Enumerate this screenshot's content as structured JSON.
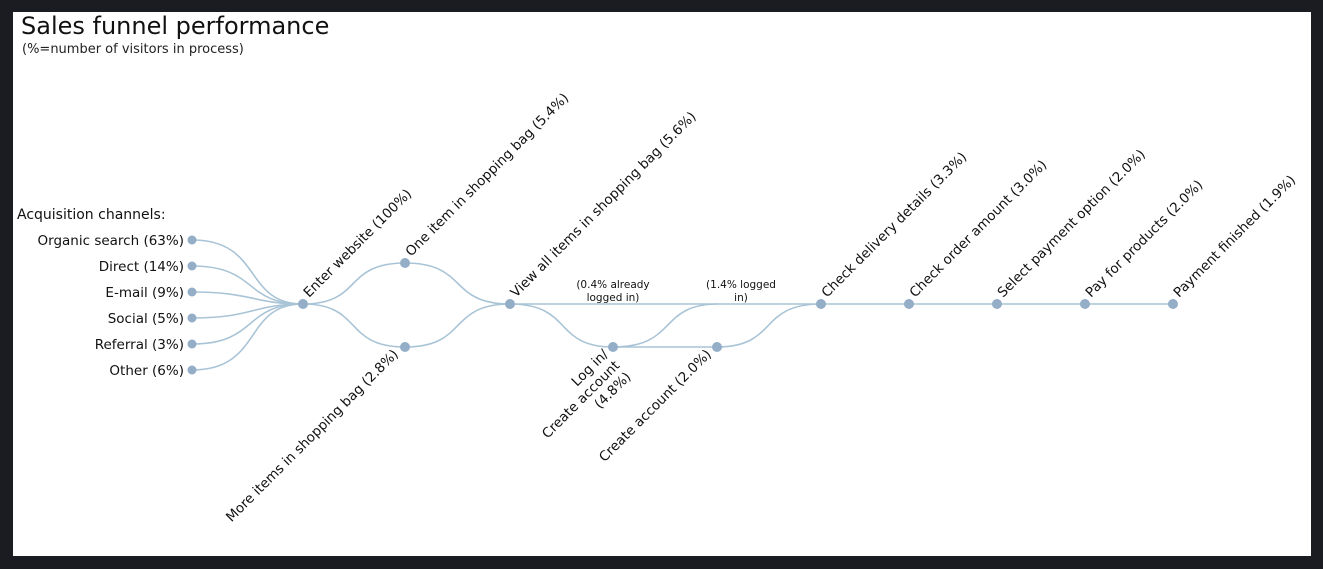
{
  "title": "Sales funnel performance",
  "subtitle": "(%=number of visitors in process)",
  "colors": {
    "link": "#a9c4d6",
    "node": "#93aec6",
    "text": "#111111",
    "background": "#ffffff",
    "frame": "#1b1b22"
  },
  "channels": {
    "heading": "Acquisition channels:",
    "items": [
      {
        "label": "Organic search (63%)",
        "value": 63
      },
      {
        "label": "Direct (14%)",
        "value": 14
      },
      {
        "label": "E-mail (9%)",
        "value": 9
      },
      {
        "label": "Social (5%)",
        "value": 5
      },
      {
        "label": "Referral (3%)",
        "value": 3
      },
      {
        "label": "Other (6%)",
        "value": 6
      }
    ]
  },
  "steps": {
    "enter": {
      "label": "Enter website (100%)",
      "value": 100
    },
    "one_item": {
      "label": "One item in shopping bag (5.4%)",
      "value": 5.4
    },
    "more_items": {
      "label": "More items in shopping bag (2.8%)",
      "value": 2.8
    },
    "view_all": {
      "label": "View all items in shopping bag (5.6%)",
      "value": 5.6
    },
    "login": {
      "label_lines": [
        "Log in/",
        "Create account",
        "(4.8%)"
      ],
      "value": 4.8
    },
    "create_account": {
      "label": "Create account (2.0%)",
      "value": 2.0
    },
    "check_delivery": {
      "label": "Check delivery details (3.3%)",
      "value": 3.3
    },
    "check_order": {
      "label": "Check order amount (3.0%)",
      "value": 3.0
    },
    "select_payment": {
      "label": "Select payment option (2.0%)",
      "value": 2.0
    },
    "pay": {
      "label": "Pay for products (2.0%)",
      "value": 2.0
    },
    "finished": {
      "label": "Payment finished (1.9%)",
      "value": 1.9
    }
  },
  "notes": {
    "already_logged": [
      "(0.4% already",
      "logged in)"
    ],
    "logged": [
      "(1.4% logged",
      "in)"
    ]
  }
}
